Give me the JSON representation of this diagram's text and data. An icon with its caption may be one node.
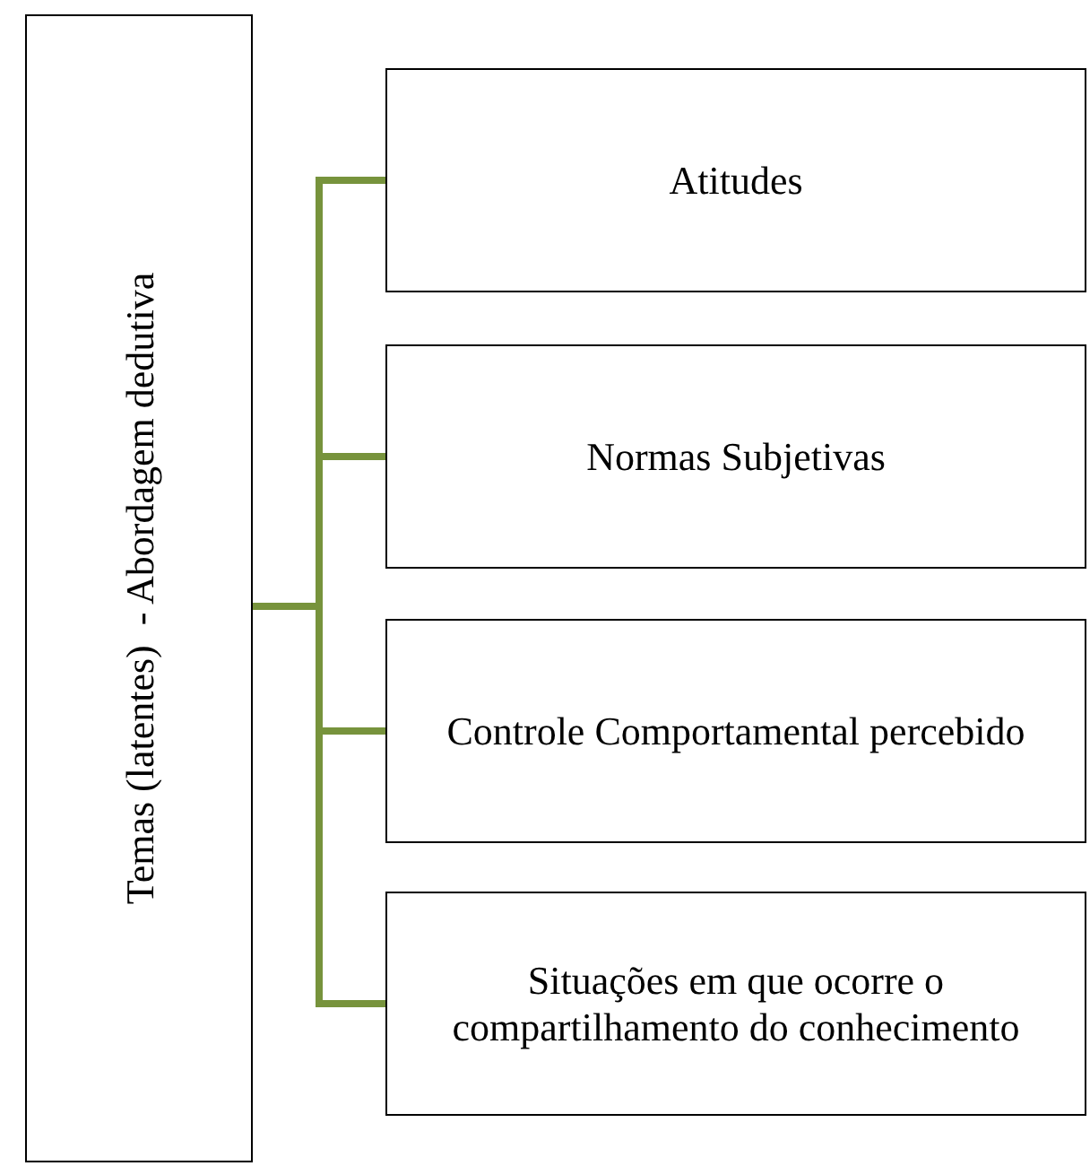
{
  "diagram": {
    "nodes": [
      {
        "text": [
          "Temas (latentes)  - Abordagem dedutiva"
        ]
      },
      {
        "text": [
          "Atitudes"
        ]
      },
      {
        "text": [
          "Normas Subjetivas"
        ]
      },
      {
        "text": [
          "Controle Comportamental percebido"
        ]
      },
      {
        "text": [
          "Situações em que ocorre o compartilhamento do conhecimento"
        ]
      }
    ],
    "edges": [
      {
        "from": 0,
        "to": 1,
        "arrow": "none"
      },
      {
        "from": 0,
        "to": 2,
        "arrow": "none"
      },
      {
        "from": 0,
        "to": 3,
        "arrow": "none"
      },
      {
        "from": 0,
        "to": 4,
        "arrow": "none"
      }
    ]
  }
}
